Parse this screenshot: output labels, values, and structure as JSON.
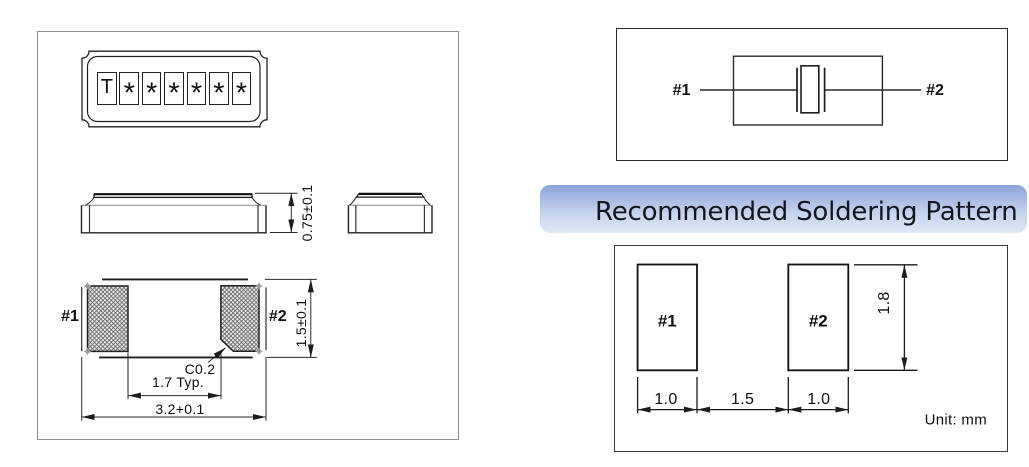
{
  "header": {
    "title": "Recommended Soldering Pattern"
  },
  "package_drawing": {
    "marking": {
      "cells": [
        "T",
        "*",
        "*",
        "*",
        "*",
        "*",
        "*"
      ]
    },
    "dims": {
      "height": "0.75±0.1",
      "body_width": "3.2+0.1",
      "pad_gap": "1.7 Typ.",
      "body_depth": "1.5±0.1",
      "chamfer": "C0.2"
    },
    "pads": {
      "pad1": "#1",
      "pad2": "#2"
    }
  },
  "internal_connection": {
    "pin1": "#1",
    "pin2": "#2"
  },
  "soldering_pattern": {
    "pad1": "#1",
    "pad2": "#2",
    "dims": {
      "pad1_width": "1.0",
      "gap": "1.5",
      "pad2_width": "1.0",
      "pad_height": "1.8"
    },
    "unit": "Unit: mm"
  }
}
